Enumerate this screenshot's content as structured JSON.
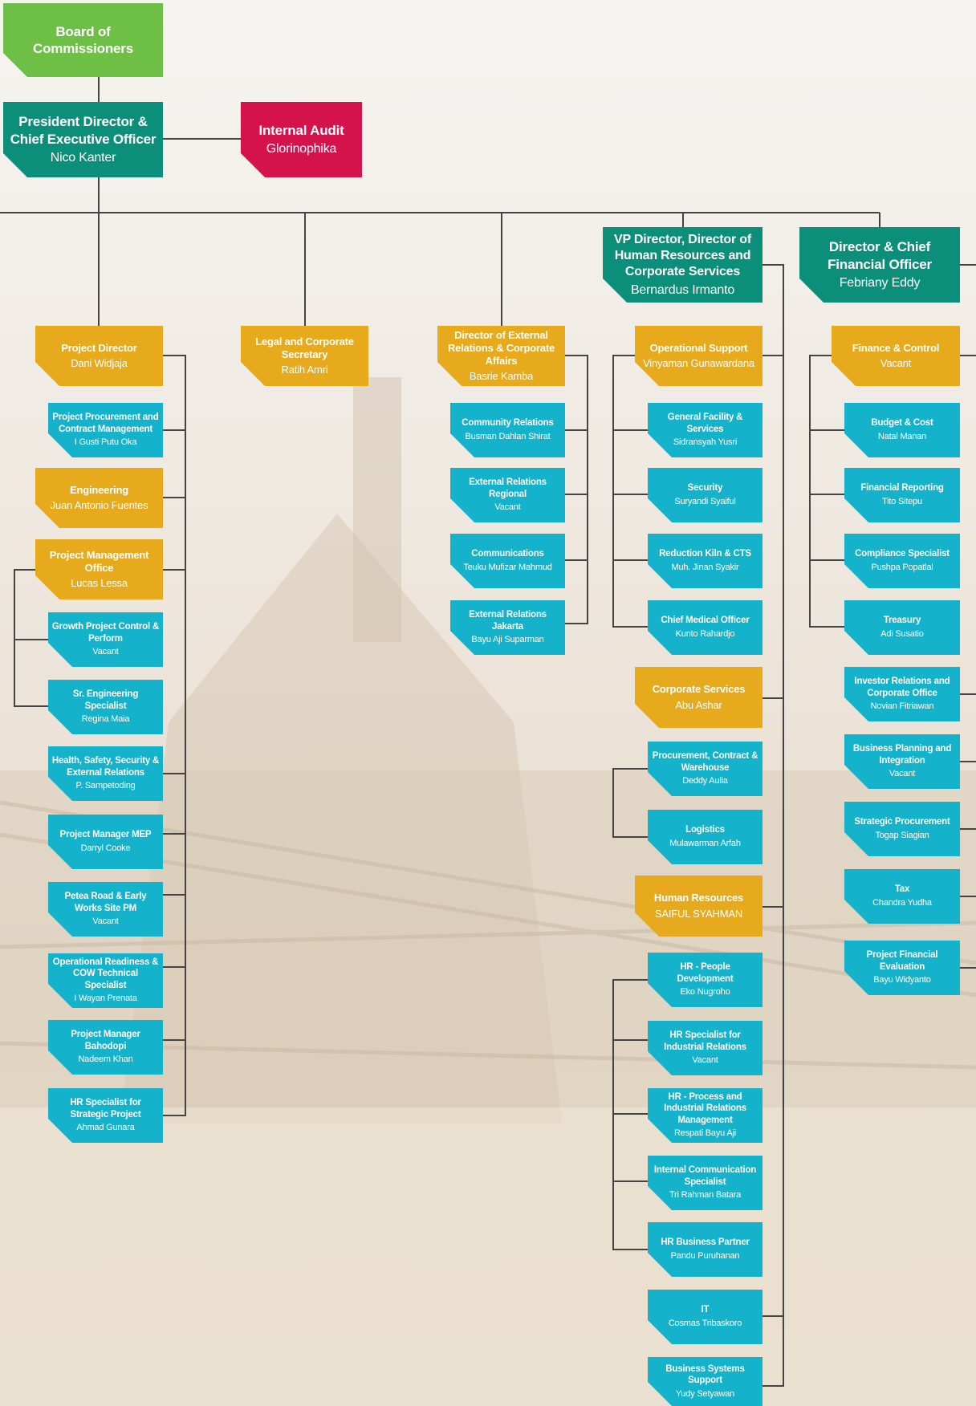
{
  "colors": {
    "board": "#6dbf45",
    "executive": "#0b8f7b",
    "audit": "#d4134c",
    "division": "#e6aa1c",
    "unit": "#14b3cb",
    "connector": "#444444"
  },
  "chart": {
    "board": {
      "title": "Board of Commissioners"
    },
    "ceo": {
      "title": "President Director & Chief Executive Officer",
      "name": "Nico Kanter"
    },
    "audit": {
      "title": "Internal Audit",
      "name": "Glorinophika"
    },
    "vp_hr": {
      "title": "VP Director, Director of Human Resources and Corporate Services",
      "name": "Bernardus Irmanto"
    },
    "cfo": {
      "title": "Director & Chief Financial Officer",
      "name": "Febriany Eddy"
    },
    "project_director": {
      "title": "Project Director",
      "name": "Dani Widjaja"
    },
    "legal": {
      "title": "Legal and Corporate Secretary",
      "name": "Ratih Amri"
    },
    "external": {
      "title": "Director of External Relations & Corporate Affairs",
      "name": "Basrie Kamba"
    },
    "ops_support": {
      "title": "Operational Support",
      "name": "Vinyaman Gunawardana"
    },
    "finance_control": {
      "title": "Finance & Control",
      "name": "Vacant"
    },
    "engineering": {
      "title": "Engineering",
      "name": "Juan Antonio Fuentes"
    },
    "pmo": {
      "title": "Project Management Office",
      "name": "Lucas Lessa"
    },
    "corp_services": {
      "title": "Corporate Services",
      "name": "Abu Ashar"
    },
    "hr": {
      "title": "Human Resources",
      "name": "SAIFUL SYAHMAN"
    },
    "project_units": [
      {
        "title": "Project Procurement and Contract Management",
        "name": "I Gusti Putu Oka"
      },
      {
        "title": "Growth Project Control & Perform",
        "name": "Vacant"
      },
      {
        "title": "Sr. Engineering Specialist",
        "name": "Regina Maia"
      },
      {
        "title": "Health, Safety, Security & External Relations",
        "name": "P. Sampetoding"
      },
      {
        "title": "Project Manager MEP",
        "name": "Darryl Cooke"
      },
      {
        "title": "Petea Road & Early Works Site PM",
        "name": "Vacant"
      },
      {
        "title": "Operational Readiness & COW Technical Specialist",
        "name": "I Wayan Prenata"
      },
      {
        "title": "Project Manager Bahodopi",
        "name": "Nadeem Khan"
      },
      {
        "title": "HR Specialist for Strategic Project",
        "name": "Ahmad Gunara"
      }
    ],
    "external_units": [
      {
        "title": "Community Relations",
        "name": "Busman Dahlan Shirat"
      },
      {
        "title": "External Relations Regional",
        "name": "Vacant"
      },
      {
        "title": "Communications",
        "name": "Teuku Mufizar Mahmud"
      },
      {
        "title": "External Relations Jakarta",
        "name": "Bayu Aji Suparman"
      }
    ],
    "ops_units": [
      {
        "title": "General Facility & Services",
        "name": "Sidransyah Yusri"
      },
      {
        "title": "Security",
        "name": "Suryandi Syaiful"
      },
      {
        "title": "Reduction Kiln & CTS",
        "name": "Muh. Jinan Syakir"
      },
      {
        "title": "Chief Medical Officer",
        "name": "Kunto Rahardjo"
      }
    ],
    "corp_units": [
      {
        "title": "Procurement, Contract & Warehouse",
        "name": "Deddy Aulia"
      },
      {
        "title": "Logistics",
        "name": "Mulawarman Arfah"
      }
    ],
    "hr_units": [
      {
        "title": "HR - People Development",
        "name": "Eko Nugroho"
      },
      {
        "title": "HR Specialist for Industrial Relations",
        "name": "Vacant"
      },
      {
        "title": "HR - Process and Industrial Relations Management",
        "name": "Respati Bayu Aji"
      },
      {
        "title": "Internal Communication Specialist",
        "name": "Tri Rahman Batara"
      },
      {
        "title": "HR Business Partner",
        "name": "Pandu Puruhanan"
      },
      {
        "title": "IT",
        "name": "Cosmas Tribaskoro"
      },
      {
        "title": "Business Systems Support",
        "name": "Yudy Setyawan"
      }
    ],
    "finance_units": [
      {
        "title": "Budget & Cost",
        "name": "Natal Manan"
      },
      {
        "title": "Financial Reporting",
        "name": "Tito Sitepu"
      },
      {
        "title": "Compliance Specialist",
        "name": "Pushpa Popatlal"
      },
      {
        "title": "Treasury",
        "name": "Adi Susatio"
      },
      {
        "title": "Investor Relations and Corporate Office",
        "name": "Novian Fitriawan"
      },
      {
        "title": "Business Planning and Integration",
        "name": "Vacant"
      },
      {
        "title": "Strategic Procurement",
        "name": "Togap Siagian"
      },
      {
        "title": "Tax",
        "name": "Chandra Yudha"
      },
      {
        "title": "Project Financial Evaluation",
        "name": "Bayu Widyanto"
      }
    ]
  }
}
